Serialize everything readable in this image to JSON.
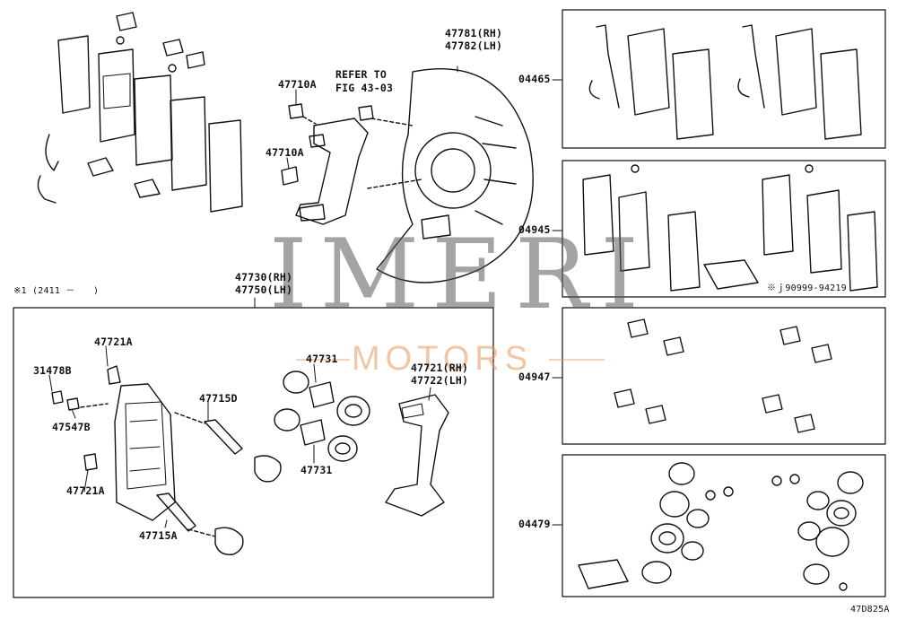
{
  "watermark": {
    "brand": "IMERI",
    "sub": "MOTORS",
    "sub_color": "#e8965a"
  },
  "figure_code": "47D825A",
  "top_center": {
    "refer_line1": "REFER TO",
    "refer_line2": "FIG 43-03",
    "bolt_upper": "47710A",
    "bolt_lower": "47710A",
    "shield_rh": "47781(RH)",
    "shield_lh": "47782(LH)"
  },
  "caliper_group": {
    "note": "※1 (2411 －　　)",
    "assy_rh": "47730(RH)",
    "assy_lh": "47750(LH)",
    "bleeder": "31478B",
    "bleeder_cap": "47547B",
    "bolt_top": "47721A",
    "bolt_bottom": "47721A",
    "slide_pin_d": "47715D",
    "slide_pin_a": "47715A",
    "piston_top": "47731",
    "piston_bottom": "47731",
    "mount_rh": "47721(RH)",
    "mount_lh": "47722(LH)"
  },
  "kits": {
    "pad_kit": "04465",
    "shim_kit": "04945",
    "shim_note": "※ｊ90999-94219",
    "fitting_kit": "04947",
    "seal_kit": "04479"
  }
}
